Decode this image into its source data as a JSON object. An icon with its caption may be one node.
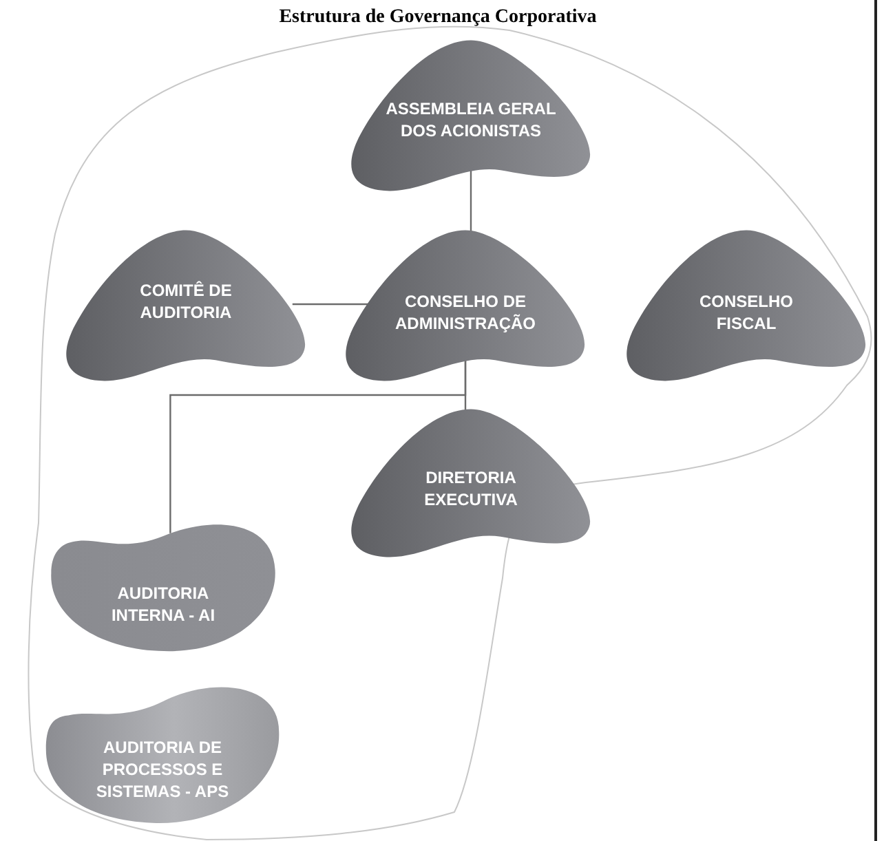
{
  "diagram": {
    "title": "Estrutura de Governança Corporativa",
    "nodes": [
      {
        "text": [
          "ASSEMBLEIA GERAL DOS ACIONISTAS"
        ]
      },
      {
        "text": [
          "COMITÊ DE AUDITORIA"
        ]
      },
      {
        "text": [
          "CONSELHO DE ADMINISTRAÇÃO"
        ]
      },
      {
        "text": [
          "CONSELHO FISCAL"
        ]
      },
      {
        "text": [
          "DIRETORIA EXECUTIVA"
        ]
      },
      {
        "text": [
          "AUDITORIA INTERNA - AI"
        ]
      },
      {
        "text": [
          "AUDITORIA DE PROCESSOS E SISTEMAS - APS"
        ]
      }
    ],
    "edges": [
      {
        "from": 0,
        "to": 2,
        "arrow": "none"
      },
      {
        "from": 1,
        "to": 2,
        "arrow": "none"
      },
      {
        "from": 2,
        "to": 4,
        "arrow": "none"
      },
      {
        "from": 2,
        "to": 5,
        "arrow": "none"
      }
    ]
  }
}
